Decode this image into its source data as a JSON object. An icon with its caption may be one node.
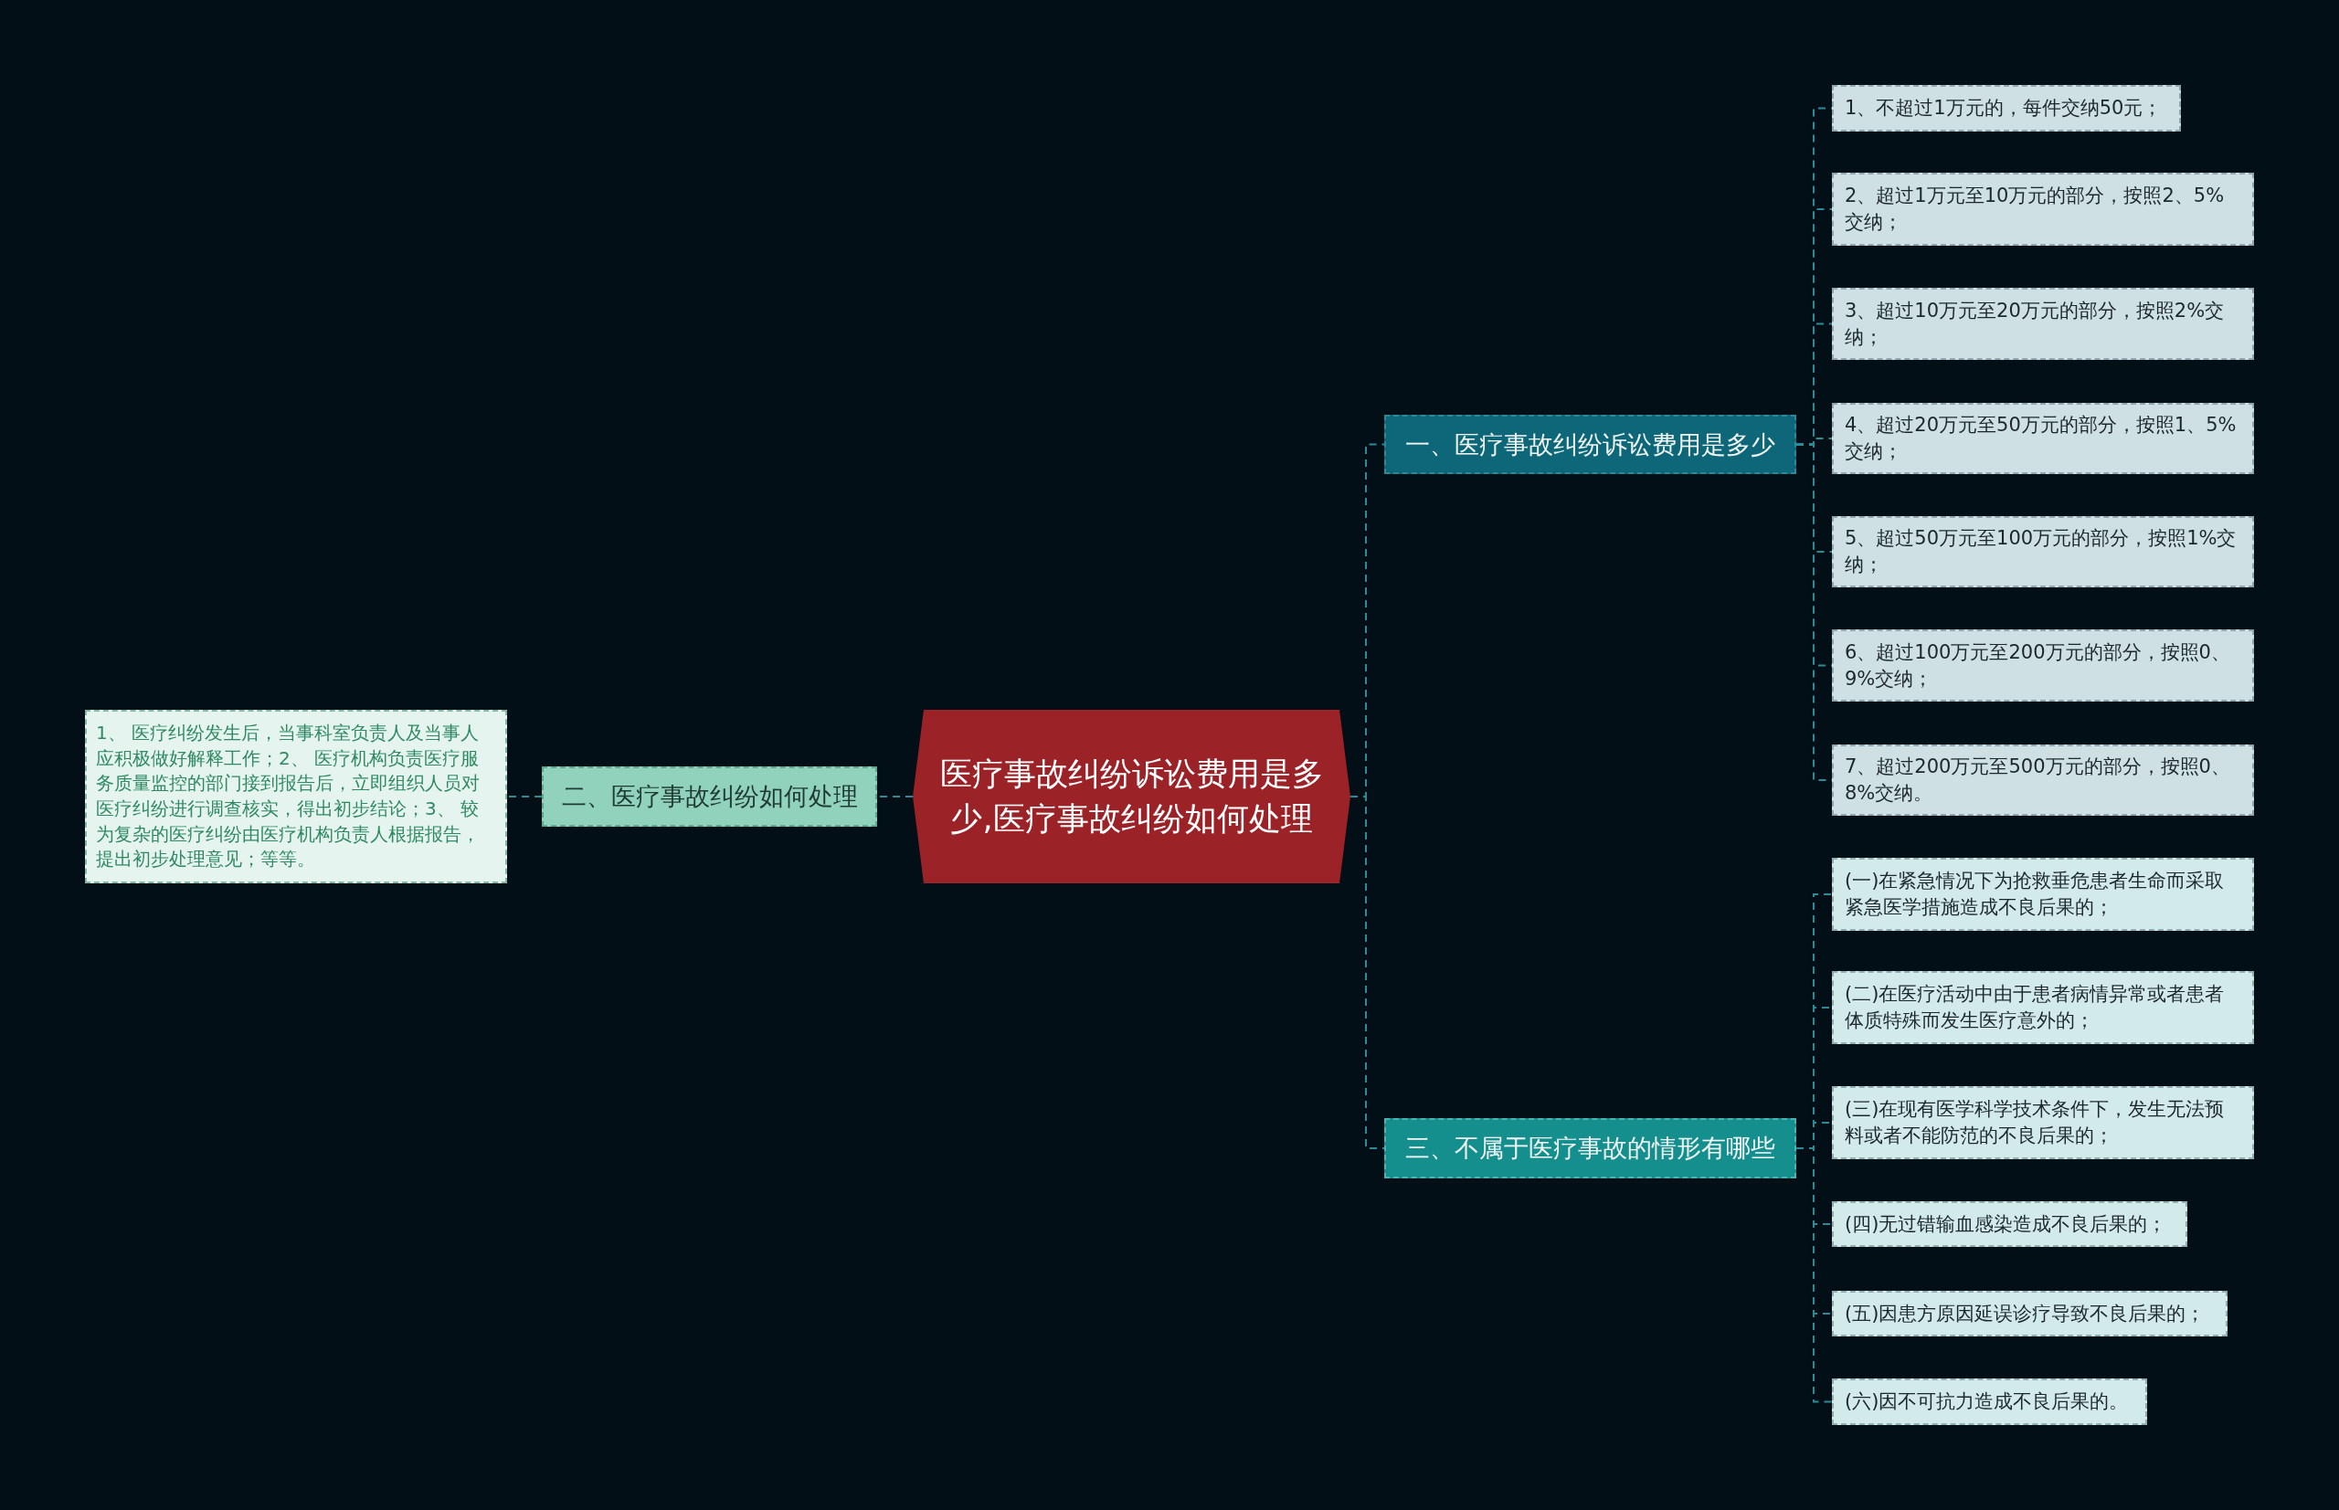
{
  "diagram": {
    "nodes": [
      {
        "text": [
          "医疗事故纠纷诉讼费用是多少,医疗事故纠纷如何处理"
        ]
      },
      {
        "text": [
          "二、医疗事故纠纷如何处理"
        ]
      },
      {
        "text": [
          "1、 医疗纠纷发生后，当事科室负责人及当事人应积极做好解释工作；2、 医疗机构负责医疗服务质量监控的部门接到报告后，立即组织人员对医疗纠纷进行调查核实，得出初步结论；3、 较为复杂的医疗纠纷由医疗机构负责人根据报告，提出初步处理意见；等等。"
        ]
      },
      {
        "text": [
          "一、医疗事故纠纷诉讼费用是多少"
        ]
      },
      {
        "text": [
          "1、不超过1万元的，每件交纳50元；"
        ]
      },
      {
        "text": [
          "2、超过1万元至10万元的部分，按照2、5%交纳；"
        ]
      },
      {
        "text": [
          "3、超过10万元至20万元的部分，按照2%交纳；"
        ]
      },
      {
        "text": [
          "4、超过20万元至50万元的部分，按照1、5%交纳；"
        ]
      },
      {
        "text": [
          "5、超过50万元至100万元的部分，按照1%交纳；"
        ]
      },
      {
        "text": [
          "6、超过100万元至200万元的部分，按照0、9%交纳；"
        ]
      },
      {
        "text": [
          "7、超过200万元至500万元的部分，按照0、8%交纳。"
        ]
      },
      {
        "text": [
          "三、不属于医疗事故的情形有哪些"
        ]
      },
      {
        "text": [
          "(一)在紧急情况下为抢救垂危患者生命而采取紧急医学措施造成不良后果的；"
        ]
      },
      {
        "text": [
          "(二)在医疗活动中由于患者病情异常或者患者体质特殊而发生医疗意外的；"
        ]
      },
      {
        "text": [
          "(三)在现有医学科学技术条件下，发生无法预料或者不能防范的不良后果的；"
        ]
      },
      {
        "text": [
          "(四)无过错输血感染造成不良后果的；"
        ]
      },
      {
        "text": [
          "(五)因患方原因延误诊疗导致不良后果的；"
        ]
      },
      {
        "text": [
          "(六)因不可抗力造成不良后果的。"
        ]
      }
    ],
    "edges": [
      {
        "from": 0,
        "to": 1,
        "arrow": "none"
      },
      {
        "from": 1,
        "to": 2,
        "arrow": "none"
      },
      {
        "from": 0,
        "to": 3,
        "arrow": "none"
      },
      {
        "from": 3,
        "to": 4,
        "arrow": "none"
      },
      {
        "from": 3,
        "to": 5,
        "arrow": "none"
      },
      {
        "from": 3,
        "to": 6,
        "arrow": "none"
      },
      {
        "from": 3,
        "to": 7,
        "arrow": "none"
      },
      {
        "from": 3,
        "to": 8,
        "arrow": "none"
      },
      {
        "from": 3,
        "to": 9,
        "arrow": "none"
      },
      {
        "from": 3,
        "to": 10,
        "arrow": "none"
      },
      {
        "from": 0,
        "to": 11,
        "arrow": "none"
      },
      {
        "from": 11,
        "to": 12,
        "arrow": "none"
      },
      {
        "from": 11,
        "to": 13,
        "arrow": "none"
      },
      {
        "from": 11,
        "to": 14,
        "arrow": "none"
      },
      {
        "from": 11,
        "to": 15,
        "arrow": "none"
      },
      {
        "from": 11,
        "to": 16,
        "arrow": "none"
      },
      {
        "from": 11,
        "to": 17,
        "arrow": "none"
      }
    ]
  }
}
